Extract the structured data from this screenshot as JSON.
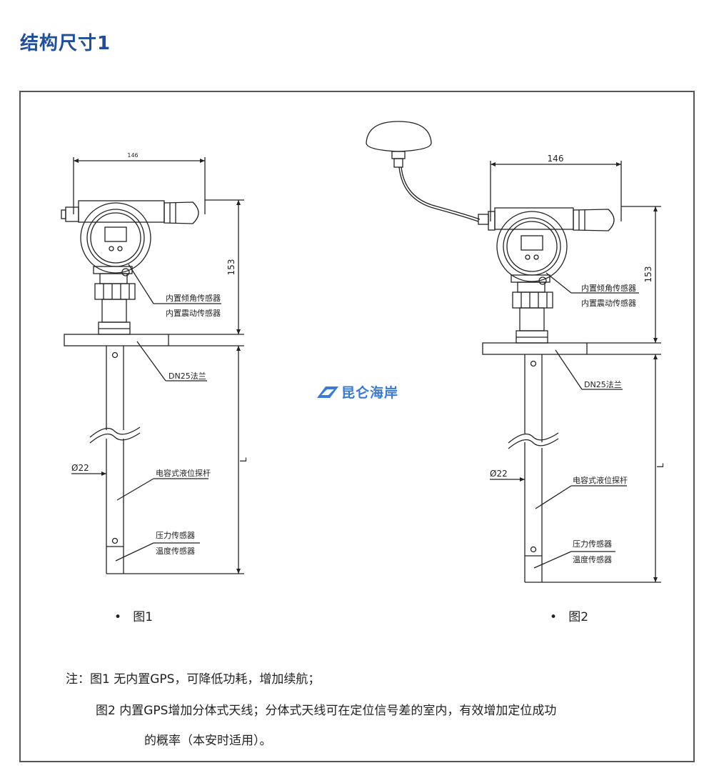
{
  "header": {
    "title": "结构尺寸1"
  },
  "figure1": {
    "width_dim": "146",
    "height_dim": "153",
    "label_tilt": "内置倾角传感器",
    "label_vibration": "内置震动传感器",
    "label_flange": "DN25法兰",
    "label_diameter": "Ø22",
    "label_probe": "电容式液位探杆",
    "label_length": "L",
    "label_pressure": "压力传感器",
    "label_temp": "温度传感器",
    "caption_bullet": "•",
    "caption": "图1"
  },
  "figure2": {
    "width_dim": "146",
    "height_dim": "153",
    "label_tilt": "内置倾角传感器",
    "label_vibration": "内置震动传感器",
    "label_flange": "DN25法兰",
    "label_diameter": "Ø22",
    "label_probe": "电容式液位探杆",
    "label_length": "L",
    "label_pressure": "压力传感器",
    "label_temp": "温度传感器",
    "caption_bullet": "•",
    "caption": "图2"
  },
  "watermark": {
    "text": "昆仑海岸"
  },
  "notes": {
    "line1": "注：图1  无内置GPS，可降低功耗，增加续航；",
    "line2": "图2  内置GPS增加分体式天线；分体式天线可在定位信号差的室内，有效增加定位成功",
    "line3": "的概率（本安时适用）。"
  },
  "colors": {
    "title": "#1f4e9c",
    "logo": "#3a79d6",
    "line": "#222222"
  }
}
